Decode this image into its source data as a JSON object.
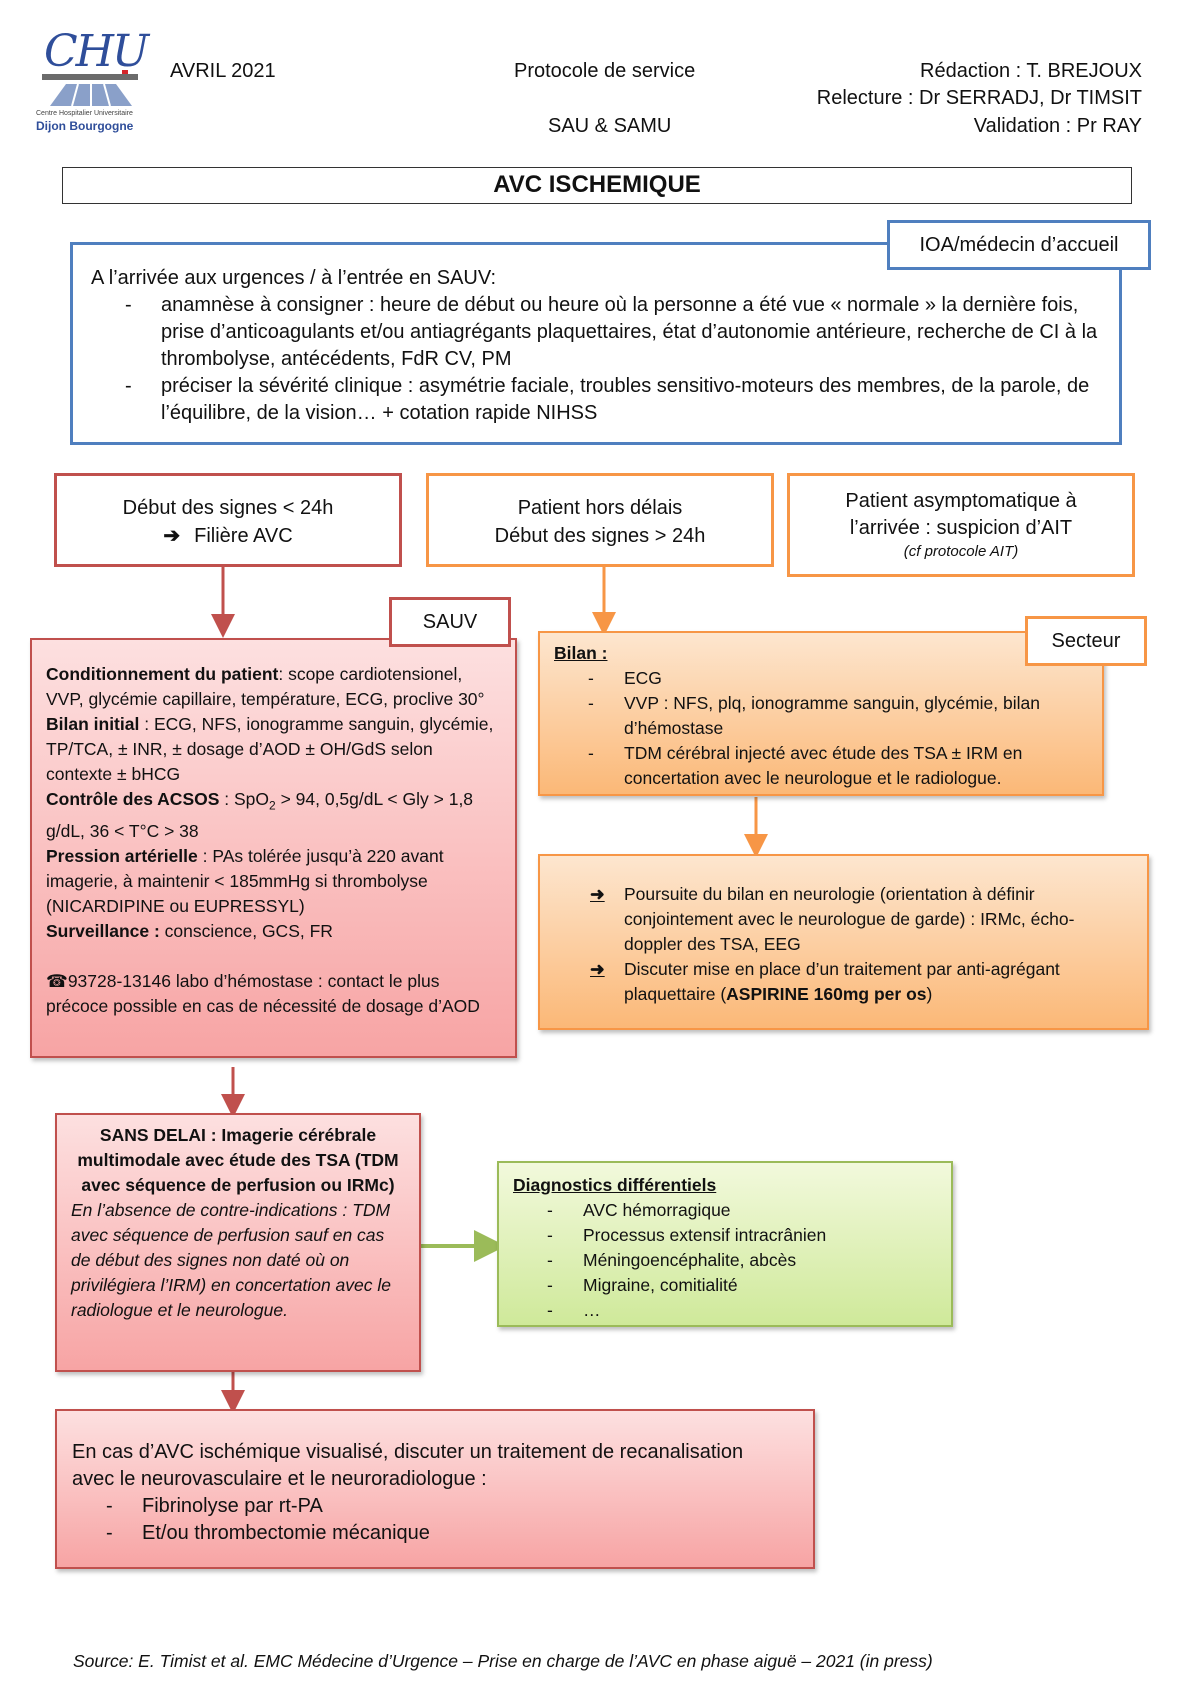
{
  "header": {
    "logo_text": "CHU",
    "logo_sub1": "Centre Hospitalier Universitaire",
    "logo_sub2": "Dijon Bourgogne",
    "date": "AVRIL 2021",
    "doc_type": "Protocole de service",
    "service": "SAU & SAMU",
    "redaction": "Rédaction : T. BREJOUX",
    "relecture": "Relecture : Dr SERRADJ, Dr TIMSIT",
    "validation": "Validation : Pr RAY"
  },
  "title": "AVC ISCHEMIQUE",
  "accueil": {
    "tag": "IOA/médecin d’accueil",
    "intro": "A l’arrivée aux urgences / à l’entrée en SAUV:",
    "items": [
      "anamnèse à consigner : heure de début ou heure où la personne a été vue « normale » la dernière fois, prise d’anticoagulants et/ou antiagrégants plaquettaires, état d’autonomie antérieure, recherche de CI à la thrombolyse, antécédents, FdR CV, PM",
      "préciser la sévérité clinique : asymétrie faciale, troubles sensitivo-moteurs des membres, de la parole, de l’équilibre, de la vision… + cotation rapide NIHSS"
    ]
  },
  "branches": {
    "avc": {
      "line1": "Début des signes < 24h",
      "arrow": "➔",
      "line2": "Filière AVC"
    },
    "hors_delais": {
      "line1": "Patient hors délais",
      "line2": "Début des signes > 24h"
    },
    "ait": {
      "line1": "Patient asymptomatique à",
      "line2": "l’arrivée : suspicion d’AIT",
      "note": "(cf protocole AIT)"
    }
  },
  "sauv": {
    "tag": "SAUV",
    "cond_label": "Conditionnement du patient",
    "cond_text": ": scope cardiotensionel, VVP, glycémie capillaire, température, ECG, proclive 30°",
    "bilan_label": "Bilan initial",
    "bilan_text": " : ECG, NFS, ionogramme sanguin, glycémie, TP/TCA, ± INR, ± dosage d’AOD ± OH/GdS selon contexte ± bHCG",
    "acsos_label": "Contrôle des ACSOS",
    "acsos_text1": " : SpO",
    "acsos_sub": "2",
    "acsos_text2": " > 94, 0,5g/dL < Gly > 1,8 g/dL, 36 < T°C > 38",
    "pa_label": "Pression artérielle",
    "pa_text": " : PAs tolérée jusqu’à 220 avant imagerie, à maintenir < 185mmHg si thrombolyse (NICARDIPINE ou EUPRESSYL)",
    "surv_label": "Surveillance :",
    "surv_text": " conscience, GCS, FR",
    "phone_icon": "☎",
    "phone_text": "93728-13146 labo d’hémostase : contact le plus précoce possible en cas de nécessité de dosage d’AOD"
  },
  "secteur": {
    "tag": "Secteur",
    "bilan_label": "Bilan :",
    "items": [
      "ECG",
      "VVP : NFS, plq, ionogramme sanguin, glycémie, bilan d’hémostase",
      "TDM cérébral injecté avec étude des TSA ± IRM en concertation avec le neurologue et le radiologue."
    ]
  },
  "suite": {
    "item1": "Poursuite du bilan en neurologie (orientation à définir conjointement avec le neurologue de garde) : IRMc, écho-doppler des TSA, EEG",
    "item2_text": "Discuter mise en place d’un traitement par anti-agrégant plaquettaire (",
    "item2_bold": "ASPIRINE 160mg per os",
    "item2_end": ")"
  },
  "imagerie": {
    "bold": "SANS DELAI : Imagerie cérébrale multimodale avec étude des TSA (TDM avec séquence de perfusion ou IRMc)",
    "italic": "En l’absence de contre-indications : TDM avec séquence de perfusion sauf en cas de début des signes non daté où on privilégiera l’IRM) en concertation avec le radiologue et le neurologue."
  },
  "diagnostics": {
    "title": "Diagnostics différentiels",
    "items": [
      "AVC hémorragique",
      "Processus extensif intracrânien",
      "Méningoencéphalite, abcès",
      "Migraine, comitialité",
      "…"
    ]
  },
  "recanalisation": {
    "text": "En cas d’AVC ischémique visualisé, discuter un traitement de recanalisation avec le neurovasculaire et le neuroradiologue :",
    "items": [
      "Fibrinolyse par rt-PA",
      "Et/ou thrombectomie mécanique"
    ]
  },
  "source": "Source: E. Timist et al. EMC Médecine d’Urgence – Prise en charge de l’AVC en phase aiguë – 2021 (in press)",
  "colors": {
    "blue": "#4f7fbf",
    "red": "#c0504d",
    "orange": "#f79646",
    "green": "#9bbb59"
  }
}
